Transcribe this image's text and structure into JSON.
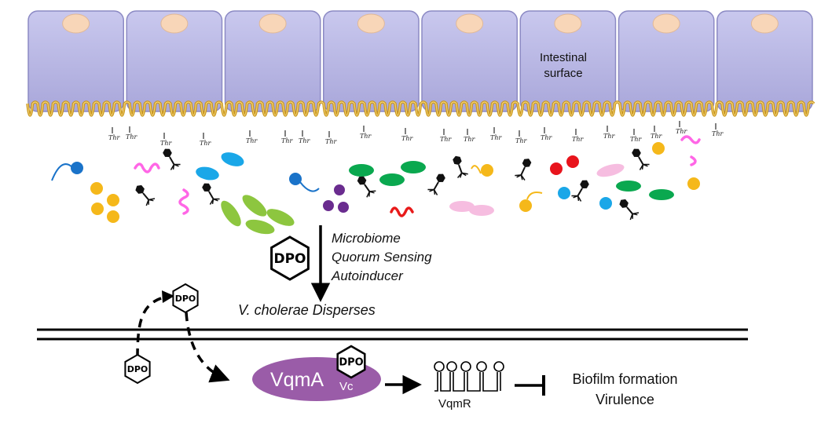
{
  "epithelium": {
    "label_line1": "Intestinal",
    "label_line2": "surface",
    "cell_count": 8
  },
  "surface_marker": "Thr",
  "signal": "DPO",
  "pathway": {
    "line1": "Microbiome",
    "line2": "Quorum Sensing",
    "line3": "Autoinducer",
    "result": "V. cholerae Disperses"
  },
  "receptor": {
    "name": "VqmA",
    "subscript": "Vc"
  },
  "rna": "VqmR",
  "outcomes": {
    "line1": "Biofilm formation",
    "line2": "Virulence"
  },
  "colors": {
    "cell_fill": "#b8b6e0",
    "nucleus": "#f8d6b8",
    "microvilli": "#d4a017",
    "receptor": "#9a5ca8",
    "membrane": "#000000"
  }
}
